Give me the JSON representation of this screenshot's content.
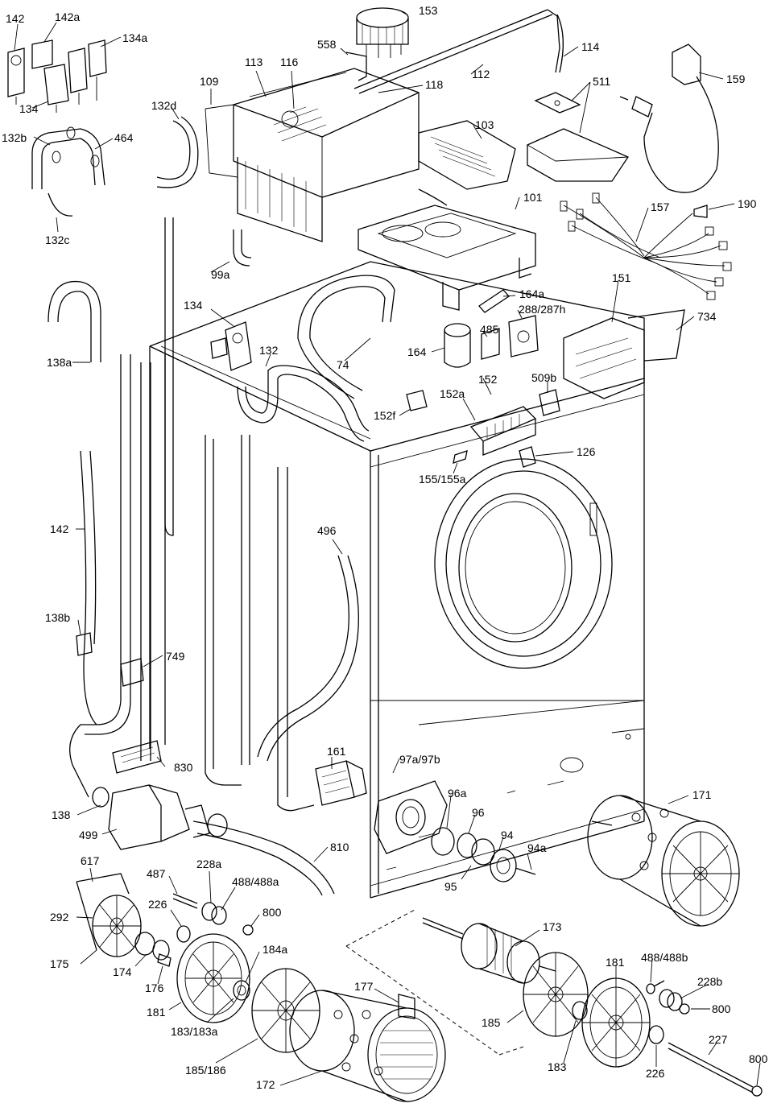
{
  "callouts": [
    {
      "id": "c142top",
      "text": "142"
    },
    {
      "id": "c142a",
      "text": "142a"
    },
    {
      "id": "c134a",
      "text": "134a"
    },
    {
      "id": "c134top",
      "text": "134"
    },
    {
      "id": "c132b",
      "text": "132b"
    },
    {
      "id": "c464",
      "text": "464"
    },
    {
      "id": "c132c",
      "text": "132c"
    },
    {
      "id": "c132d",
      "text": "132d"
    },
    {
      "id": "c109",
      "text": "109"
    },
    {
      "id": "c113",
      "text": "113"
    },
    {
      "id": "c116",
      "text": "116"
    },
    {
      "id": "c558",
      "text": "558"
    },
    {
      "id": "c153",
      "text": "153"
    },
    {
      "id": "c112",
      "text": "112"
    },
    {
      "id": "c118",
      "text": "118"
    },
    {
      "id": "c114",
      "text": "114"
    },
    {
      "id": "c159",
      "text": "159"
    },
    {
      "id": "c511",
      "text": "511"
    },
    {
      "id": "c103",
      "text": "103"
    },
    {
      "id": "c101",
      "text": "101"
    },
    {
      "id": "c157",
      "text": "157"
    },
    {
      "id": "c190",
      "text": "190"
    },
    {
      "id": "c99a",
      "text": "99a"
    },
    {
      "id": "c151",
      "text": "151"
    },
    {
      "id": "c164a",
      "text": "164a"
    },
    {
      "id": "c734",
      "text": "734"
    },
    {
      "id": "c288",
      "text": "288/287h"
    },
    {
      "id": "c485",
      "text": "485"
    },
    {
      "id": "c164",
      "text": "164"
    },
    {
      "id": "c134mid",
      "text": "134"
    },
    {
      "id": "c132",
      "text": "132"
    },
    {
      "id": "c74",
      "text": "74"
    },
    {
      "id": "c138a",
      "text": "138a"
    },
    {
      "id": "c152",
      "text": "152"
    },
    {
      "id": "c509b",
      "text": "509b"
    },
    {
      "id": "c152a",
      "text": "152a"
    },
    {
      "id": "c152f",
      "text": "152f"
    },
    {
      "id": "c126",
      "text": "126"
    },
    {
      "id": "c155",
      "text": "155/155a"
    },
    {
      "id": "c142mid",
      "text": "142"
    },
    {
      "id": "c496",
      "text": "496"
    },
    {
      "id": "c138b",
      "text": "138b"
    },
    {
      "id": "c749",
      "text": "749"
    },
    {
      "id": "c161",
      "text": "161"
    },
    {
      "id": "c97",
      "text": "97a/97b"
    },
    {
      "id": "c830",
      "text": "830"
    },
    {
      "id": "c171",
      "text": "171"
    },
    {
      "id": "c96a",
      "text": "96a"
    },
    {
      "id": "c138",
      "text": "138"
    },
    {
      "id": "c96",
      "text": "96"
    },
    {
      "id": "c499",
      "text": "499"
    },
    {
      "id": "c94",
      "text": "94"
    },
    {
      "id": "c810",
      "text": "810"
    },
    {
      "id": "c94a",
      "text": "94a"
    },
    {
      "id": "c617",
      "text": "617"
    },
    {
      "id": "c95",
      "text": "95"
    },
    {
      "id": "c487",
      "text": "487"
    },
    {
      "id": "c228a",
      "text": "228a"
    },
    {
      "id": "c488a",
      "text": "488/488a"
    },
    {
      "id": "c292",
      "text": "292"
    },
    {
      "id": "c226a",
      "text": "226"
    },
    {
      "id": "c800a",
      "text": "800"
    },
    {
      "id": "c173",
      "text": "173"
    },
    {
      "id": "c175",
      "text": "175"
    },
    {
      "id": "c184a",
      "text": "184a"
    },
    {
      "id": "c174",
      "text": "174"
    },
    {
      "id": "c488b",
      "text": "488/488b"
    },
    {
      "id": "c181a",
      "text": "181"
    },
    {
      "id": "c177",
      "text": "177"
    },
    {
      "id": "c176",
      "text": "176"
    },
    {
      "id": "c181b",
      "text": "181"
    },
    {
      "id": "c228b",
      "text": "228b"
    },
    {
      "id": "c183a",
      "text": "183/183a"
    },
    {
      "id": "c185",
      "text": "185"
    },
    {
      "id": "c800b",
      "text": "800"
    },
    {
      "id": "c227",
      "text": "227"
    },
    {
      "id": "c185186",
      "text": "185/186"
    },
    {
      "id": "c183",
      "text": "183"
    },
    {
      "id": "c226b",
      "text": "226"
    },
    {
      "id": "c800c",
      "text": "800"
    },
    {
      "id": "c172",
      "text": "172"
    }
  ]
}
